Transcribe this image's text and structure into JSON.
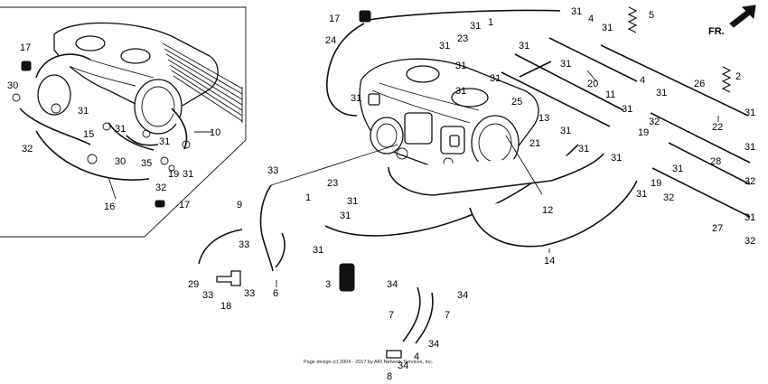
{
  "diagram": {
    "direction_label": "FR.",
    "copyright": "Page design (c) 2004 - 2017 by ARI Network Services, Inc.",
    "callouts": [
      {
        "id": "c-17a",
        "text": "17"
      },
      {
        "id": "c-30a",
        "text": "30"
      },
      {
        "id": "c-31a",
        "text": "31"
      },
      {
        "id": "c-32a",
        "text": "32"
      },
      {
        "id": "c-15",
        "text": "15"
      },
      {
        "id": "c-31b",
        "text": "31"
      },
      {
        "id": "c-30b",
        "text": "30"
      },
      {
        "id": "c-35",
        "text": "35"
      },
      {
        "id": "c-31c",
        "text": "31"
      },
      {
        "id": "c-10",
        "text": "10"
      },
      {
        "id": "c-19a",
        "text": "19"
      },
      {
        "id": "c-31d",
        "text": "31"
      },
      {
        "id": "c-32b",
        "text": "32"
      },
      {
        "id": "c-16",
        "text": "16"
      },
      {
        "id": "c-17b",
        "text": "17"
      },
      {
        "id": "c-17c",
        "text": "17"
      },
      {
        "id": "c-24",
        "text": "24"
      },
      {
        "id": "c-31e",
        "text": "31"
      },
      {
        "id": "c-23a",
        "text": "23"
      },
      {
        "id": "c-31f",
        "text": "31"
      },
      {
        "id": "c-1a",
        "text": "1"
      },
      {
        "id": "c-31g",
        "text": "31"
      },
      {
        "id": "c-31h",
        "text": "31"
      },
      {
        "id": "c-31i",
        "text": "31"
      },
      {
        "id": "c-4a",
        "text": "4"
      },
      {
        "id": "c-31j",
        "text": "31"
      },
      {
        "id": "c-5",
        "text": "5"
      },
      {
        "id": "c-31k",
        "text": "31"
      },
      {
        "id": "c-31l",
        "text": "31"
      },
      {
        "id": "c-31m",
        "text": "31"
      },
      {
        "id": "c-20",
        "text": "20"
      },
      {
        "id": "c-2",
        "text": "2"
      },
      {
        "id": "c-31n",
        "text": "31"
      },
      {
        "id": "c-25",
        "text": "25"
      },
      {
        "id": "c-11",
        "text": "11"
      },
      {
        "id": "c-4b",
        "text": "4"
      },
      {
        "id": "c-31o",
        "text": "31"
      },
      {
        "id": "c-26",
        "text": "26"
      },
      {
        "id": "c-31p",
        "text": "31"
      },
      {
        "id": "c-13",
        "text": "13"
      },
      {
        "id": "c-32c",
        "text": "32"
      },
      {
        "id": "c-31q",
        "text": "31"
      },
      {
        "id": "c-22",
        "text": "22"
      },
      {
        "id": "c-19b",
        "text": "19"
      },
      {
        "id": "c-31r",
        "text": "31"
      },
      {
        "id": "c-31s",
        "text": "31"
      },
      {
        "id": "c-21",
        "text": "21"
      },
      {
        "id": "c-31t",
        "text": "31"
      },
      {
        "id": "c-31u",
        "text": "31"
      },
      {
        "id": "c-31v",
        "text": "31"
      },
      {
        "id": "c-28",
        "text": "28"
      },
      {
        "id": "c-31w",
        "text": "31"
      },
      {
        "id": "c-19c",
        "text": "19"
      },
      {
        "id": "c-32d",
        "text": "32"
      },
      {
        "id": "c-32e",
        "text": "32"
      },
      {
        "id": "c-33a",
        "text": "33"
      },
      {
        "id": "c-23b",
        "text": "23"
      },
      {
        "id": "c-9",
        "text": "9"
      },
      {
        "id": "c-31x",
        "text": "31"
      },
      {
        "id": "c-1b",
        "text": "1"
      },
      {
        "id": "c-31y",
        "text": "31"
      },
      {
        "id": "c-12",
        "text": "12"
      },
      {
        "id": "c-27",
        "text": "27"
      },
      {
        "id": "c-32f",
        "text": "32"
      },
      {
        "id": "c-31z",
        "text": "31"
      },
      {
        "id": "c-33b",
        "text": "33"
      },
      {
        "id": "c-31aa",
        "text": "31"
      },
      {
        "id": "c-14",
        "text": "14"
      },
      {
        "id": "c-29",
        "text": "29"
      },
      {
        "id": "c-33c",
        "text": "33"
      },
      {
        "id": "c-33d",
        "text": "33"
      },
      {
        "id": "c-6",
        "text": "6"
      },
      {
        "id": "c-3",
        "text": "3"
      },
      {
        "id": "c-34a",
        "text": "34"
      },
      {
        "id": "c-34b",
        "text": "34"
      },
      {
        "id": "c-18",
        "text": "18"
      },
      {
        "id": "c-7a",
        "text": "7"
      },
      {
        "id": "c-7b",
        "text": "7"
      },
      {
        "id": "c-34c",
        "text": "34"
      },
      {
        "id": "c-4c",
        "text": "4"
      },
      {
        "id": "c-34d",
        "text": "34"
      },
      {
        "id": "c-8",
        "text": "8"
      }
    ]
  }
}
